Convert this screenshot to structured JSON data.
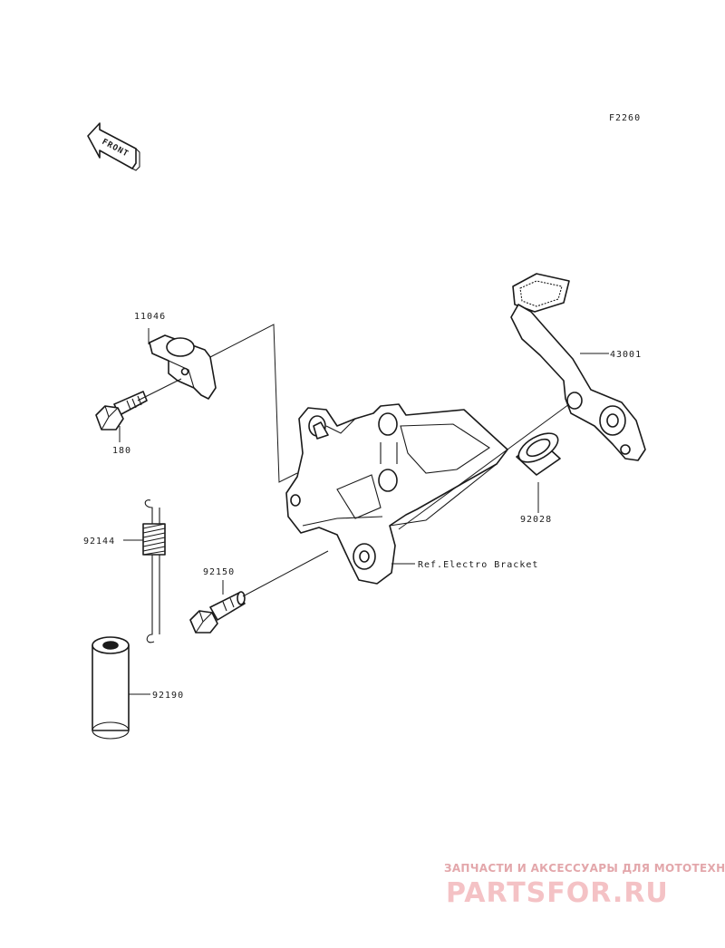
{
  "figure_code": "F2260",
  "front_arrow_label": "FRONT",
  "labels": {
    "p11046": "11046",
    "p180": "180",
    "p92144": "92144",
    "p92150": "92150",
    "p92190": "92190",
    "p43001": "43001",
    "p92028": "92028",
    "ref": "Ref.Electro Bracket"
  },
  "watermark": {
    "tagline": "ЗАПЧАСТИ И АКСЕССУАРЫ ДЛЯ МОТОТЕХНИКИ",
    "logo": "PARTSFOR.RU",
    "color": "#e8969c"
  }
}
